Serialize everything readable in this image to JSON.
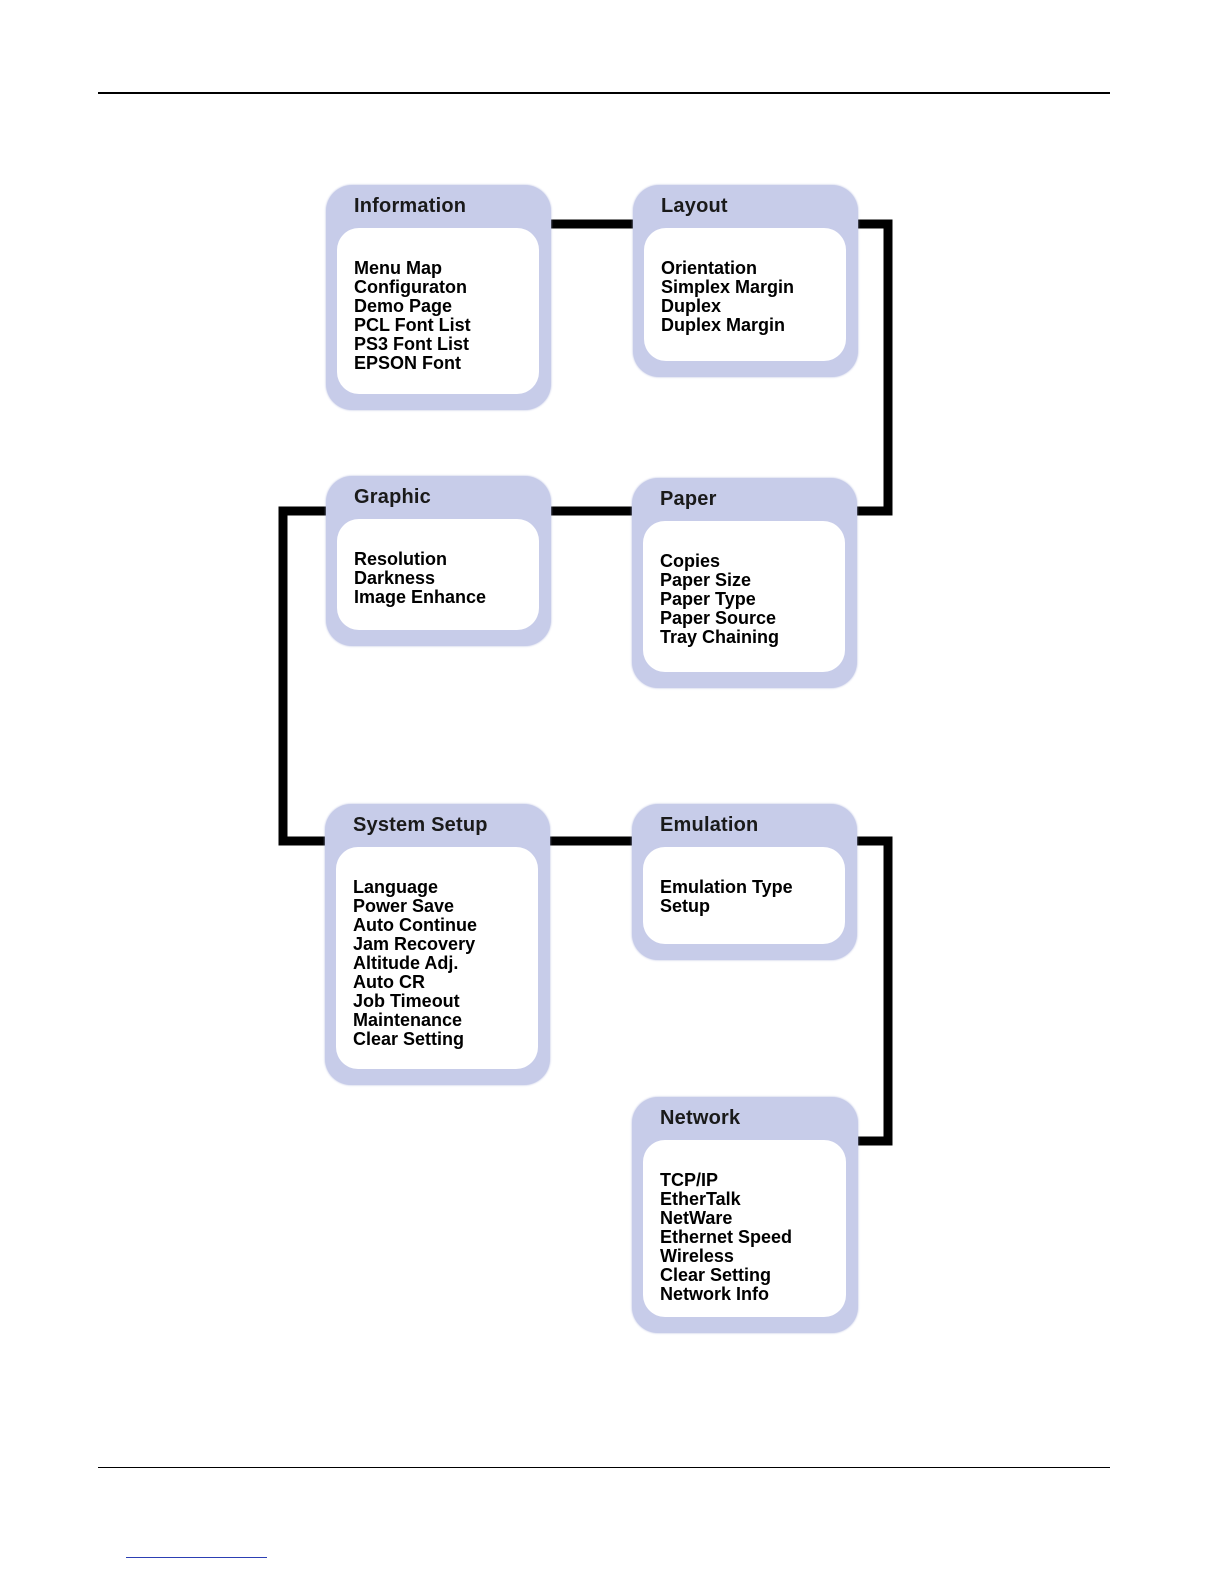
{
  "menus": {
    "information": {
      "title": "Information",
      "items": [
        "Menu Map",
        "Configuraton",
        "Demo Page",
        "PCL Font List",
        "PS3 Font List",
        "EPSON Font"
      ]
    },
    "layout": {
      "title": "Layout",
      "items": [
        "Orientation",
        "Simplex Margin",
        "Duplex",
        "Duplex Margin"
      ]
    },
    "graphic": {
      "title": "Graphic",
      "items": [
        "Resolution",
        "Darkness",
        "Image Enhance"
      ]
    },
    "paper": {
      "title": "Paper",
      "items": [
        "Copies",
        "Paper Size",
        "Paper Type",
        "Paper Source",
        "Tray Chaining"
      ]
    },
    "system_setup": {
      "title": "System Setup",
      "items": [
        "Language",
        "Power Save",
        "Auto Continue",
        "Jam Recovery",
        "Altitude Adj.",
        "Auto CR",
        "Job Timeout",
        "Maintenance",
        "Clear Setting"
      ]
    },
    "emulation": {
      "title": "Emulation",
      "items": [
        "Emulation Type",
        "Setup"
      ]
    },
    "network": {
      "title": "Network",
      "items": [
        "TCP/IP",
        "EtherTalk",
        "NetWare",
        "Ethernet Speed",
        "Wireless",
        "Clear Setting",
        "Network Info"
      ]
    }
  },
  "colors": {
    "box_frame": "#c7cce9",
    "connector": "#000000"
  }
}
